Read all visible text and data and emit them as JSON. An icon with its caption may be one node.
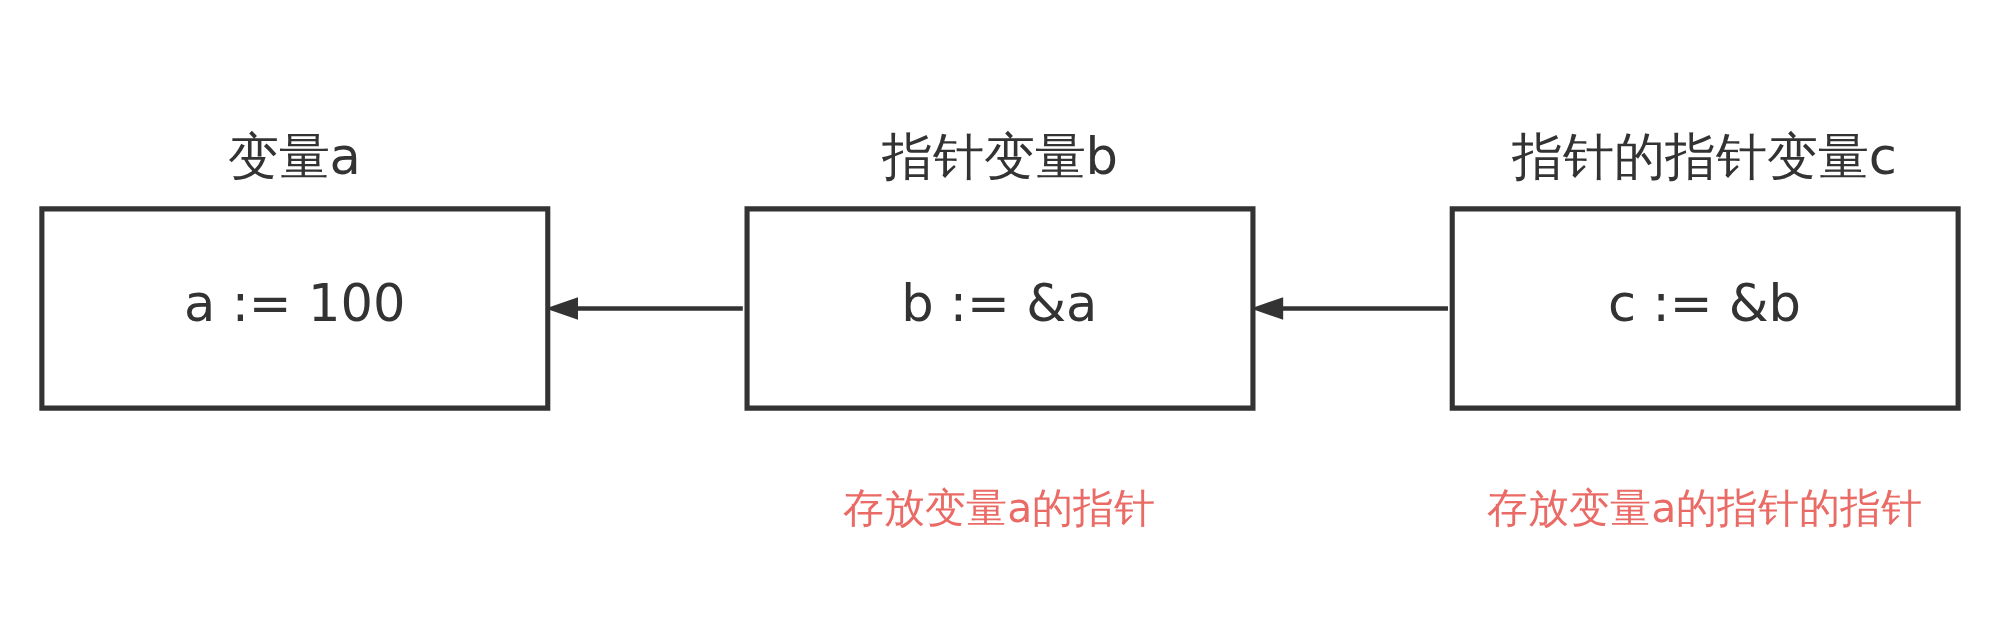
{
  "diagram": {
    "nodes": [
      {
        "text": [
          "变量a",
          "a := 100"
        ]
      },
      {
        "text": [
          "指针变量b",
          "b := &a"
        ],
        "beside": [
          "存放变量a的指针"
        ]
      },
      {
        "text": [
          "指针的指针变量c",
          "c := &b"
        ],
        "beside": [
          "存放变量a的指针的指针"
        ]
      }
    ],
    "edges": [
      {
        "from": 1,
        "to": 0,
        "arrow": "to"
      },
      {
        "from": 2,
        "to": 1,
        "arrow": "to"
      }
    ]
  }
}
